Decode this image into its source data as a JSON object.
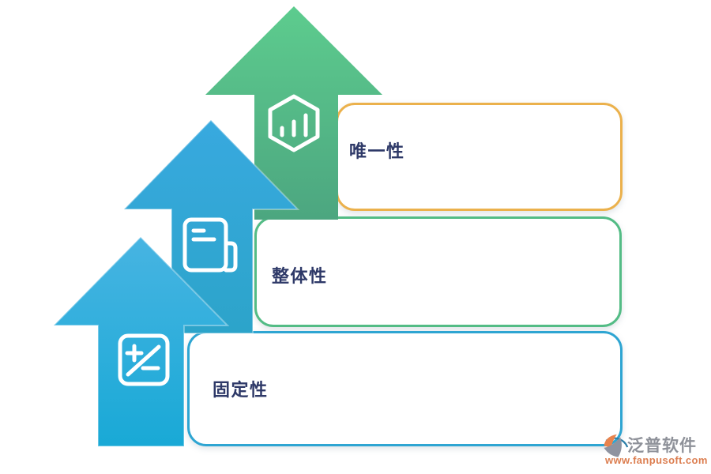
{
  "page": {
    "background": "#ffffff"
  },
  "diagram": {
    "label_color": "#2E3968",
    "items": [
      {
        "label": "唯一性",
        "icon": "hexagon-chart-icon",
        "arrow_gradient_top": "#5DCC8E",
        "arrow_gradient_bottom": "#4CA680",
        "box_border_color": "#EBB14C"
      },
      {
        "label": "整体性",
        "icon": "documents-icon",
        "arrow_gradient_top": "#38A9DF",
        "arrow_gradient_bottom": "#2CA4CA",
        "box_border_color": "#53BC85"
      },
      {
        "label": "固定性",
        "icon": "plus-minus-icon",
        "arrow_gradient_top": "#47B4E2",
        "arrow_gradient_bottom": "#19A9D6",
        "box_border_color": "#2EA5D2"
      }
    ]
  },
  "watermark": {
    "brand": "泛普软件",
    "url": "www.fanpusoft.com",
    "brand_color": "#8E9199",
    "url_color": "#DC7E50"
  }
}
